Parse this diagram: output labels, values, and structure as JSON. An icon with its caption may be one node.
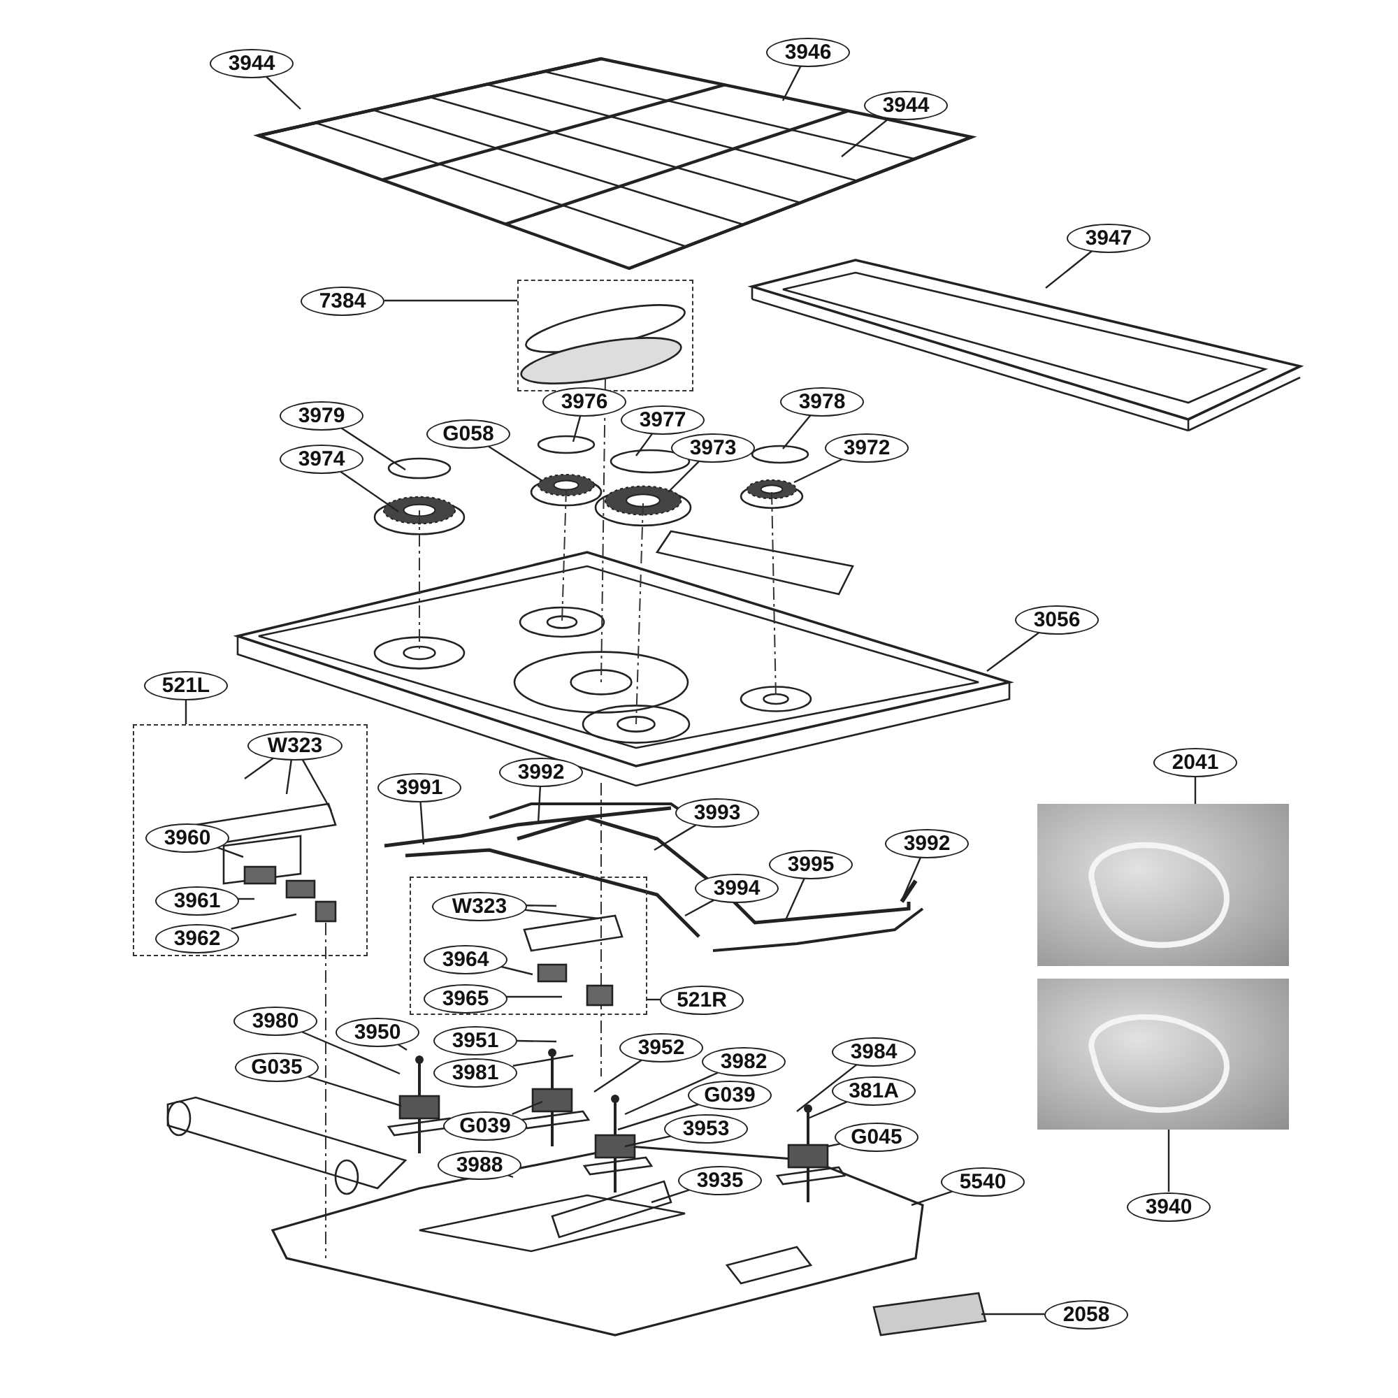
{
  "diagram": {
    "nodes": [
      {
        "text": [
          "3944"
        ]
      },
      {
        "text": [
          "3946"
        ]
      },
      {
        "text": [
          "3944"
        ]
      },
      {
        "text": [
          "3947"
        ]
      },
      {
        "text": [
          "7384"
        ]
      },
      {
        "text": [],
        "shape": "box"
      },
      {
        "text": [
          "3979"
        ]
      },
      {
        "text": [
          "G058"
        ]
      },
      {
        "text": [
          "3976"
        ]
      },
      {
        "text": [
          "3977"
        ]
      },
      {
        "text": [
          "3978"
        ]
      },
      {
        "text": [
          "3974"
        ]
      },
      {
        "text": [
          "3973"
        ]
      },
      {
        "text": [
          "3972"
        ]
      },
      {
        "text": [
          "3056"
        ]
      },
      {
        "text": [
          "521L"
        ]
      },
      {
        "text": [],
        "shape": "box"
      },
      {
        "text": [
          "W323"
        ],
        "in": 16
      },
      {
        "text": [
          "3960"
        ],
        "in": 16
      },
      {
        "text": [
          "3961"
        ],
        "in": 16
      },
      {
        "text": [
          "3962"
        ],
        "in": 16
      },
      {
        "text": [
          "3991"
        ]
      },
      {
        "text": [
          "3992"
        ]
      },
      {
        "text": [
          "3993"
        ]
      },
      {
        "text": [
          "3992"
        ]
      },
      {
        "text": [
          "3995"
        ]
      },
      {
        "text": [
          "3994"
        ]
      },
      {
        "text": [],
        "shape": "box"
      },
      {
        "text": [
          "W323"
        ],
        "in": 27
      },
      {
        "text": [
          "3964"
        ],
        "in": 27
      },
      {
        "text": [
          "3965"
        ],
        "in": 27
      },
      {
        "text": [
          "521R"
        ]
      },
      {
        "text": [
          "2041"
        ]
      },
      {
        "text": [],
        "shape": "picture"
      },
      {
        "text": [],
        "shape": "picture"
      },
      {
        "text": [
          "3940"
        ]
      },
      {
        "text": [
          "3980"
        ]
      },
      {
        "text": [
          "3950"
        ]
      },
      {
        "text": [
          "3951"
        ]
      },
      {
        "text": [
          "3952"
        ]
      },
      {
        "text": [
          "3982"
        ]
      },
      {
        "text": [
          "3984"
        ]
      },
      {
        "text": [
          "G035"
        ]
      },
      {
        "text": [
          "3981"
        ]
      },
      {
        "text": [
          "381A"
        ]
      },
      {
        "text": [
          "G039"
        ]
      },
      {
        "text": [
          "3953"
        ]
      },
      {
        "text": [
          "G039"
        ]
      },
      {
        "text": [
          "G045"
        ]
      },
      {
        "text": [
          "3988"
        ]
      },
      {
        "text": [
          "3935"
        ]
      },
      {
        "text": [
          "5540"
        ]
      },
      {
        "text": [
          "2058"
        ]
      }
    ],
    "edges": [
      {
        "from": 0,
        "to": null,
        "arrow": "none"
      },
      {
        "from": 1,
        "to": null,
        "arrow": "none"
      },
      {
        "from": 2,
        "to": null,
        "arrow": "none"
      },
      {
        "from": 3,
        "to": null,
        "arrow": "none"
      },
      {
        "from": 4,
        "to": 5,
        "arrow": "none"
      },
      {
        "from": 6,
        "to": null,
        "arrow": "none"
      },
      {
        "from": 7,
        "to": null,
        "arrow": "none"
      },
      {
        "from": 8,
        "to": null,
        "arrow": "none"
      },
      {
        "from": 9,
        "to": null,
        "arrow": "none"
      },
      {
        "from": 10,
        "to": null,
        "arrow": "none"
      },
      {
        "from": 11,
        "to": null,
        "arrow": "none"
      },
      {
        "from": 12,
        "to": null,
        "arrow": "none"
      },
      {
        "from": 13,
        "to": null,
        "arrow": "none"
      },
      {
        "from": 14,
        "to": null,
        "arrow": "none"
      },
      {
        "from": 15,
        "to": 16,
        "arrow": "none"
      },
      {
        "from": 17,
        "to": null,
        "arrow": "none"
      },
      {
        "from": 17,
        "to": null,
        "arrow": "none"
      },
      {
        "from": 17,
        "to": null,
        "arrow": "none"
      },
      {
        "from": 18,
        "to": null,
        "arrow": "none"
      },
      {
        "from": 19,
        "to": null,
        "arrow": "none"
      },
      {
        "from": 20,
        "to": null,
        "arrow": "none"
      },
      {
        "from": 21,
        "to": null,
        "arrow": "none"
      },
      {
        "from": 22,
        "to": null,
        "arrow": "none"
      },
      {
        "from": 23,
        "to": null,
        "arrow": "none"
      },
      {
        "from": 24,
        "to": null,
        "arrow": "none"
      },
      {
        "from": 25,
        "to": null,
        "arrow": "none"
      },
      {
        "from": 26,
        "to": null,
        "arrow": "none"
      },
      {
        "from": 28,
        "to": null,
        "arrow": "none"
      },
      {
        "from": 28,
        "to": null,
        "arrow": "none"
      },
      {
        "from": 29,
        "to": null,
        "arrow": "none"
      },
      {
        "from": 30,
        "to": null,
        "arrow": "none"
      },
      {
        "from": 31,
        "to": 27,
        "arrow": "none"
      },
      {
        "from": 32,
        "to": 33,
        "arrow": "none"
      },
      {
        "from": 35,
        "to": 34,
        "arrow": "none"
      },
      {
        "from": 36,
        "to": null,
        "arrow": "none"
      },
      {
        "from": 37,
        "to": null,
        "arrow": "none"
      },
      {
        "from": 38,
        "to": null,
        "arrow": "none"
      },
      {
        "from": 39,
        "to": null,
        "arrow": "none"
      },
      {
        "from": 40,
        "to": null,
        "arrow": "none"
      },
      {
        "from": 41,
        "to": null,
        "arrow": "none"
      },
      {
        "from": 42,
        "to": null,
        "arrow": "none"
      },
      {
        "from": 43,
        "to": null,
        "arrow": "none"
      },
      {
        "from": 44,
        "to": null,
        "arrow": "none"
      },
      {
        "from": 45,
        "to": null,
        "arrow": "none"
      },
      {
        "from": 46,
        "to": null,
        "arrow": "none"
      },
      {
        "from": 47,
        "to": null,
        "arrow": "none"
      },
      {
        "from": 48,
        "to": null,
        "arrow": "none"
      },
      {
        "from": 49,
        "to": null,
        "arrow": "none"
      },
      {
        "from": 50,
        "to": null,
        "arrow": "none"
      },
      {
        "from": 51,
        "to": null,
        "arrow": "none"
      },
      {
        "from": 52,
        "to": null,
        "arrow": "none"
      }
    ]
  }
}
